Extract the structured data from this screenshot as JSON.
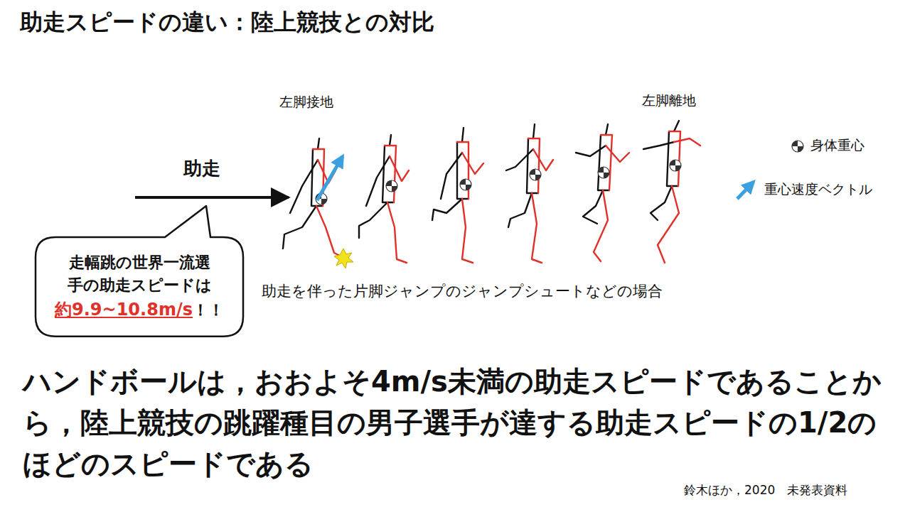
{
  "diagram": {
    "title": "助走スピードの違い：陸上競技との対比",
    "nodes": [
      {
        "text": [
          "走幅跳の世界一流選手の助走スピードは",
          "約9.9~10.8m/s",
          "！！"
        ]
      }
    ],
    "labels": [
      "左脚接地",
      "左脚離地",
      "助走",
      "助走を伴った片脚ジャンプのジャンプシュートなどの場合",
      "ハンドボールは，おおよそ4m/s未満の助走スピードであることから，陸上競技の跳躍種目の男子選手が達する助走スピードの1/2のほどのスピードである",
      "鈴木ほか，2020　未発表資料"
    ],
    "legend": [
      {
        "text": "身体重心"
      },
      {
        "text": "重心速度ベクトル"
      }
    ]
  }
}
